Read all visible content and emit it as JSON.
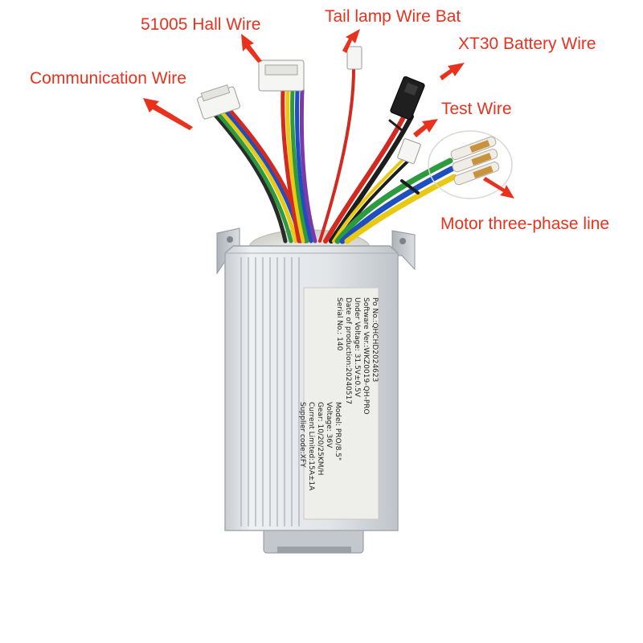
{
  "colors": {
    "callout_text": "#e8321e",
    "arrow": "#e8321e",
    "case": "#d7dade",
    "case_rib": "#b6bbc1",
    "label_bg": "#eeeeea"
  },
  "callouts": {
    "hall_wire": "51005 Hall Wire",
    "tail_lamp_wire": "Tail lamp Wire Bat",
    "battery_wire": "XT30 Battery Wire",
    "communication_wire": "Communication Wire",
    "test_wire": "Test Wire",
    "motor_line": "Motor three-phase line"
  },
  "product_label": {
    "left_column": [
      "Po No.:QHCHD2024623",
      "Software Ver.:WKZ0019-QH-PRO",
      "Under Voltage: 31.5V±0.5V",
      "Date of production:20240517",
      "Serial No.: 140"
    ],
    "right_column": [
      "Model: PRO/8.5\"",
      "Voltage: 36V",
      "Gear: 10/20/25KM/H",
      "Current Limited:15A±1A",
      "Supplier code:XFY"
    ]
  }
}
